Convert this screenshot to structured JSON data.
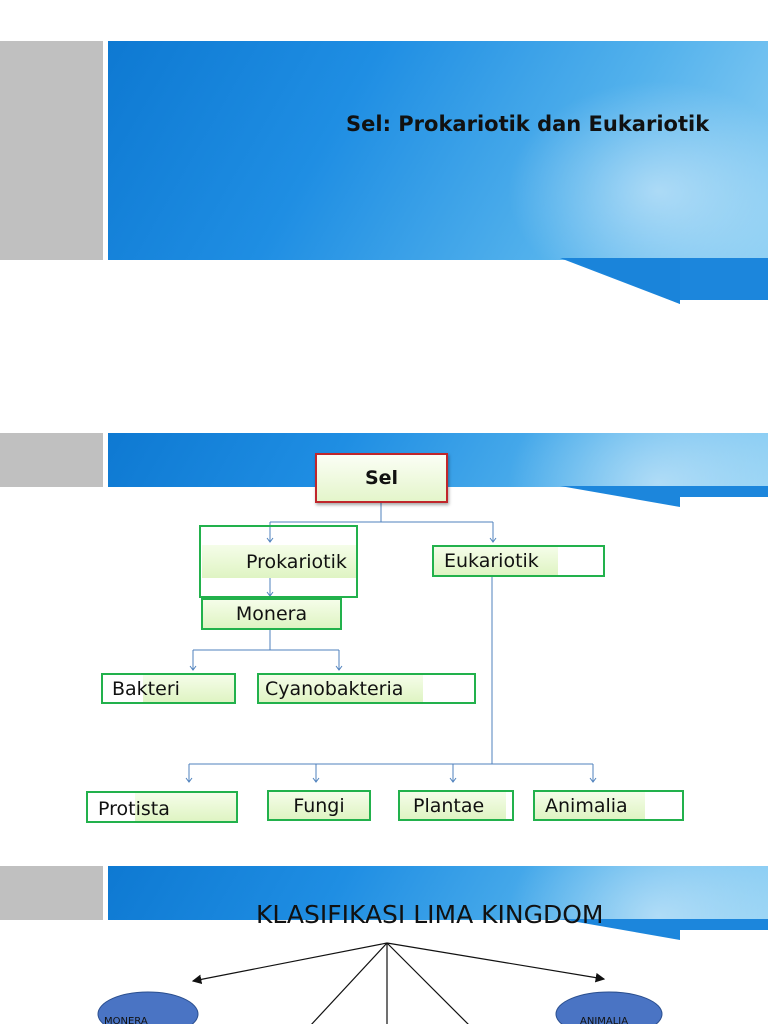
{
  "slide1": {
    "title": "Sel: Prokariotik dan Eukariotik"
  },
  "slide2": {
    "root": "Sel",
    "prokariotik": "Prokariotik",
    "eukariotik": "Eukariotik",
    "monera": "Monera",
    "bakteri": "Bakteri",
    "cyanobakteria": "Cyanobakteria",
    "protista": "Protista",
    "fungi": "Fungi",
    "plantae": "Plantae",
    "animalia": "Animalia"
  },
  "slide3": {
    "title": "KLASIFIKASI LIMA KINGDOM",
    "left_oval": "MONERA",
    "right_oval": "ANIMALIA"
  },
  "colors": {
    "banner_blue": "#1f8ee3",
    "gray_block": "#c0c0c0",
    "green_border": "#22b14c",
    "red_border": "#c0262b",
    "connector_blue": "#4f81bd",
    "oval_fill": "#4a74c4"
  }
}
